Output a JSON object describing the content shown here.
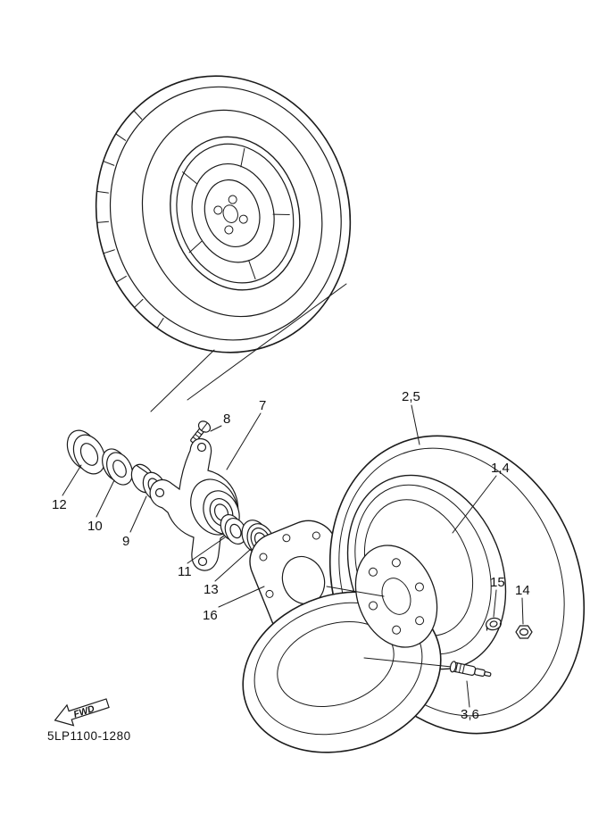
{
  "page": {
    "background": "#ffffff",
    "line_color": "#1b1b1b"
  },
  "diagram": {
    "title": "wheel-exploded-parts-diagram",
    "part_code": "5LP1100-1280",
    "fwd_label": "FWD"
  },
  "callouts": [
    {
      "id": "12",
      "label": "12"
    },
    {
      "id": "10",
      "label": "10"
    },
    {
      "id": "9",
      "label": "9"
    },
    {
      "id": "8",
      "label": "8"
    },
    {
      "id": "7",
      "label": "7"
    },
    {
      "id": "11",
      "label": "11"
    },
    {
      "id": "13",
      "label": "13"
    },
    {
      "id": "16",
      "label": "16"
    },
    {
      "id": "2-5",
      "label": "2,5"
    },
    {
      "id": "1-4",
      "label": "1,4"
    },
    {
      "id": "15",
      "label": "15"
    },
    {
      "id": "14",
      "label": "14"
    },
    {
      "id": "3-6",
      "label": "3,6"
    }
  ]
}
